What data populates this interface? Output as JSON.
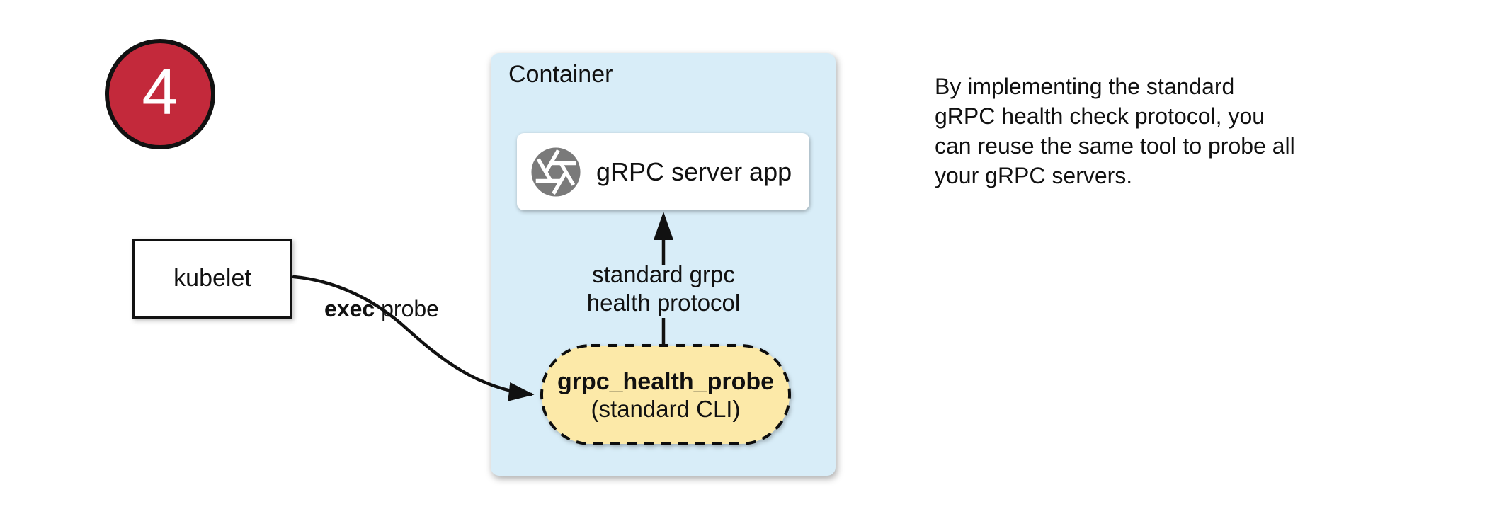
{
  "page": {
    "background_color": "#ffffff"
  },
  "step_badge": {
    "number": "4",
    "fill_color": "#c3293b",
    "border_color": "#111111",
    "text_color": "#ffffff"
  },
  "kubelet_box": {
    "label": "kubelet"
  },
  "exec_probe_label": {
    "bold_part": "exec",
    "regular_part": " probe"
  },
  "container_box": {
    "title": "Container",
    "fill_color": "#d8edf8",
    "server_box": {
      "label": "gRPC server app",
      "icon": "aperture-icon",
      "icon_color": "#7a7a7a"
    },
    "protocol_arrow_label": {
      "line1": "standard grpc",
      "line2": "health protocol"
    },
    "probe_pill": {
      "title": "grpc_health_probe",
      "subtitle": "(standard CLI)",
      "fill_color": "#fce9a8",
      "border_style": "dashed"
    }
  },
  "note": {
    "lines": [
      "By implementing the standard",
      "gRPC health check protocol, you",
      "can reuse the same tool to probe all",
      "your gRPC servers."
    ]
  }
}
